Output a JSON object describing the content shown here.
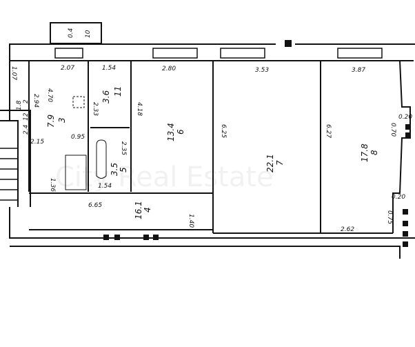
{
  "watermark": "City Real Estate",
  "balcony": {
    "area": "0.4",
    "number": "10"
  },
  "rooms": [
    {
      "number": "3",
      "area": "7.9"
    },
    {
      "number": "11",
      "area": "3.6"
    },
    {
      "number": "6",
      "area": "13.4"
    },
    {
      "number": "5",
      "area": "3.5"
    },
    {
      "number": "7",
      "area": "22.1"
    },
    {
      "number": "8",
      "area": "17.8"
    },
    {
      "number": "4",
      "area": "16.1"
    },
    {
      "number": "2",
      "area": "1.8"
    },
    {
      "number": "12",
      "area": "2.4"
    }
  ],
  "dimensions": [
    "2.07",
    "1.54",
    "2.80",
    "3.53",
    "3.87",
    "4.70",
    "2.94",
    "2.33",
    "4.18",
    "6.25",
    "6.27",
    "0.95",
    "2.35",
    "1.36",
    "1.54",
    "6.65",
    "1.40",
    "2.15",
    "0.20",
    "0.70",
    "0.20",
    "0.75",
    "2.62",
    "1.07"
  ]
}
